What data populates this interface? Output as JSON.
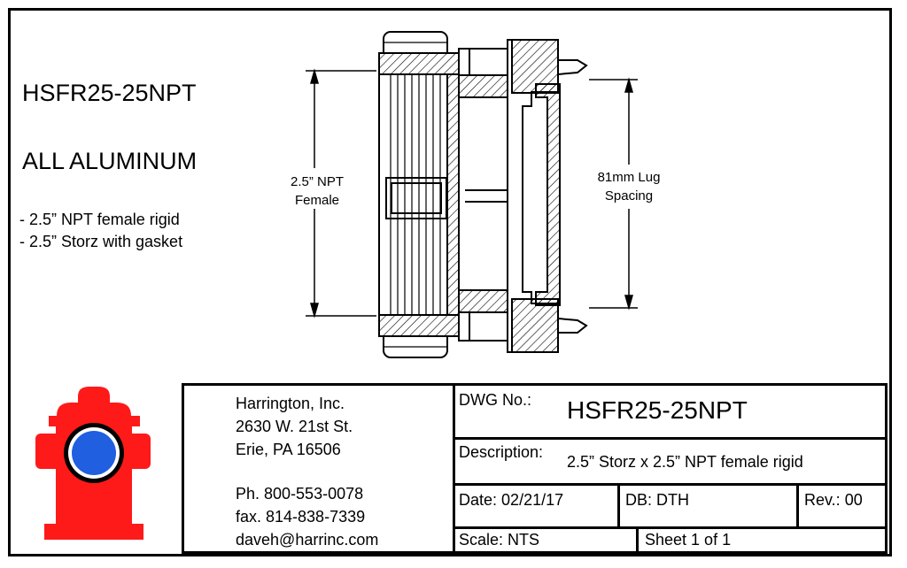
{
  "part_number": "HSFR25-25NPT",
  "material": "ALL ALUMINUM",
  "features": [
    "- 2.5” NPT female rigid",
    "- 2.5” Storz with gasket"
  ],
  "dimensions": {
    "npt_label_line1": "2.5” NPT",
    "npt_label_line2": "Female",
    "lug_label_line1": "81mm Lug",
    "lug_label_line2": "Spacing"
  },
  "company": {
    "name": "Harrington, Inc.",
    "street": "2630 W. 21st St.",
    "city": "Erie, PA 16506",
    "phone": "Ph. 800-553-0078",
    "fax": "fax. 814-838-7339",
    "email": "daveh@harrinc.com"
  },
  "title_block": {
    "dwg_label": "DWG No.:",
    "dwg_value": "HSFR25-25NPT",
    "desc_label": "Description:",
    "desc_value": "2.5” Storz x 2.5” NPT female rigid",
    "date_label": "Date:",
    "date_value": "02/21/17",
    "db_label": "DB:",
    "db_value": "DTH",
    "rev_label": "Rev.:",
    "rev_value": "00",
    "scale_label": "Scale:",
    "scale_value": "NTS",
    "sheet_value": "Sheet 1 of 1"
  },
  "colors": {
    "hydrant_red": "#ff1a1a",
    "hydrant_blue": "#1f5fe0",
    "line": "#000000"
  },
  "icons": [
    "fire-hydrant-logo"
  ]
}
